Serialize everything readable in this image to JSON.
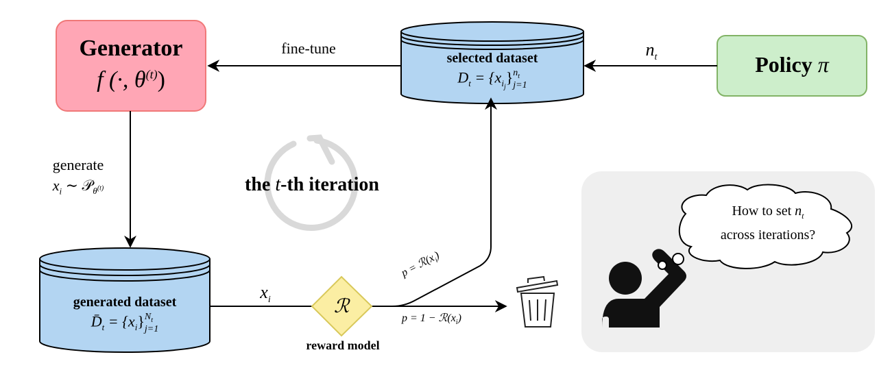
{
  "colors": {
    "generator_fill": "#ffa6b5",
    "generator_stroke": "#f07878",
    "policy_fill": "#cdeecb",
    "policy_stroke": "#82b366",
    "dataset_fill": "#b3d5f2",
    "reward_fill": "#fbeea3",
    "reward_stroke": "#d8c85a",
    "cycle_gray": "#d9d9d9",
    "panel_bg": "#efefef"
  },
  "generator": {
    "title": "Generator",
    "formula": "f (·, θ",
    "formula_sup": "(t)",
    "formula_end": ")"
  },
  "policy": {
    "title": "Policy",
    "symbol": "π"
  },
  "selected_dataset": {
    "title": "selected dataset",
    "formula_lhs": "D",
    "formula_lhs_sub": "t",
    "formula_body": " = {x",
    "formula_body_sub": "i",
    "formula_body_subsub": "j",
    "formula_close": "}",
    "formula_sup": "n",
    "formula_sup_sub": "t",
    "formula_sub": "j=1"
  },
  "generated_dataset": {
    "title": "generated dataset",
    "formula_lhs": "D̄",
    "formula_lhs_sub": "t",
    "formula_body": " = {x",
    "formula_body_sub": "i",
    "formula_close": "}",
    "formula_sup": "N",
    "formula_sup_sub": "t",
    "formula_sub": "j=1"
  },
  "edges": {
    "fine_tune": "fine-tune",
    "n_t": "n",
    "n_t_sub": "t",
    "generate": "generate",
    "generate_formula": "x",
    "generate_formula_sub": "i",
    "generate_tilde": " ∼ 𝒫",
    "generate_p_sub": "θ",
    "generate_p_subsup": "(t)",
    "x_i": "x",
    "x_i_sub": "i",
    "accept_prob": "p = ℛ(x",
    "accept_prob_sub": "i",
    "accept_prob_end": ")",
    "reject_prob": "p = 1 − ℛ(x",
    "reject_prob_sub": "i",
    "reject_prob_end": ")"
  },
  "reward": {
    "symbol": "ℛ",
    "label": "reward model"
  },
  "iteration": {
    "prefix": "the ",
    "var": "t",
    "suffix": "-th iteration"
  },
  "thought": {
    "line1": "How to set ",
    "line1_var": "n",
    "line1_var_sub": "t",
    "line2": "across iterations?"
  }
}
